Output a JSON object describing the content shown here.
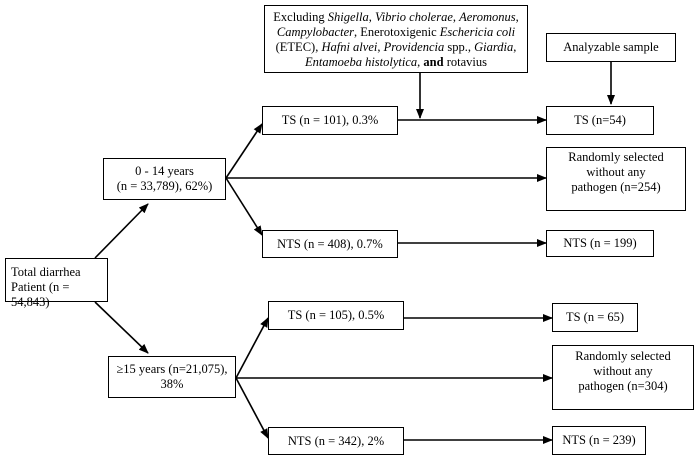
{
  "exclusion_note": {
    "line1": [
      "Excluding ",
      "Shigella",
      ", ",
      "Vibrio cholerae",
      ", ",
      "Aeromonus",
      ","
    ],
    "line2": [
      "Campylobacter",
      ", Enerotoxigenic ",
      "Eschericia coli"
    ],
    "line3": [
      "(ETEC), ",
      "Hafni alvei",
      ", ",
      "Providencia",
      " spp., ",
      "Giardia",
      ","
    ],
    "line4": [
      "Entamoeba histolytica",
      ", ",
      "and",
      " rotavius"
    ]
  },
  "analyzable": {
    "label": "Analyzable sample"
  },
  "total": {
    "line1": "Total diarrhea",
    "line2": "Patient (n = 54,843)"
  },
  "age_young": {
    "line1": "0 - 14 years",
    "line2": "(n = 33,789), 62%)"
  },
  "age_old": {
    "line1": "≥15 years (n=21,075),",
    "line2": "38%"
  },
  "young_ts": {
    "label": "TS (n = 101), 0.3%"
  },
  "young_nts": {
    "label": "NTS (n = 408), 0.7%"
  },
  "old_ts": {
    "label": "TS (n = 105), 0.5%"
  },
  "old_nts": {
    "label": "NTS (n = 342), 2%"
  },
  "young_ts_final": {
    "label": "TS (n=54)"
  },
  "young_random": {
    "line1": "Randomly selected",
    "line2": "without any",
    "line3": "pathogen (n=254)"
  },
  "young_nts_final": {
    "label": "NTS (n = 199)"
  },
  "old_ts_final": {
    "label": "TS (n = 65)"
  },
  "old_random": {
    "line1": "Randomly selected",
    "line2": "without any",
    "line3": "pathogen (n=304)"
  },
  "old_nts_final": {
    "label": "NTS (n = 239)"
  }
}
